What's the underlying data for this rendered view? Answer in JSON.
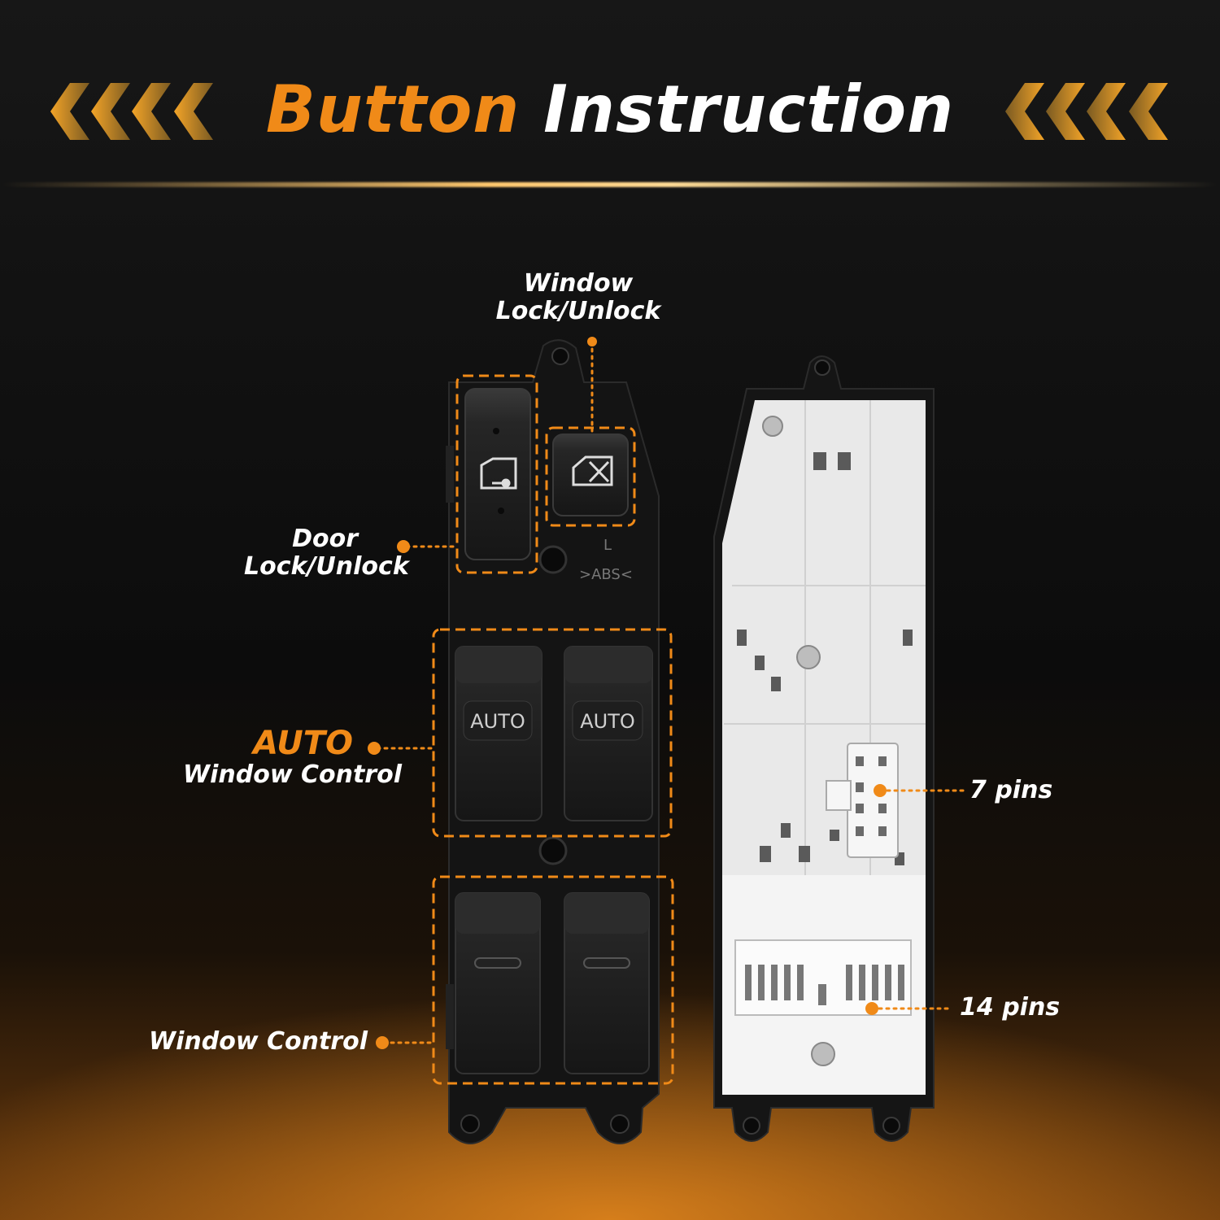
{
  "header": {
    "title_part1": "Button",
    "title_part2": "Instruction"
  },
  "labels": {
    "window_lock_line1": "Window",
    "window_lock_line2": "Lock/Unlock",
    "door_lock_line1": "Door",
    "door_lock_line2": "Lock/Unlock",
    "auto_word": "AUTO",
    "auto_window_control": "Window Control",
    "window_control": "Window Control",
    "pins7": "7 pins",
    "pins14": "14 pins"
  },
  "switch_text": {
    "auto_left": "AUTO",
    "auto_right": "AUTO",
    "marking_l": "L",
    "marking_abs": ">ABS<"
  },
  "colors": {
    "accent": "#f08a18",
    "text": "#ffffff",
    "background": "#0c0c0c"
  }
}
